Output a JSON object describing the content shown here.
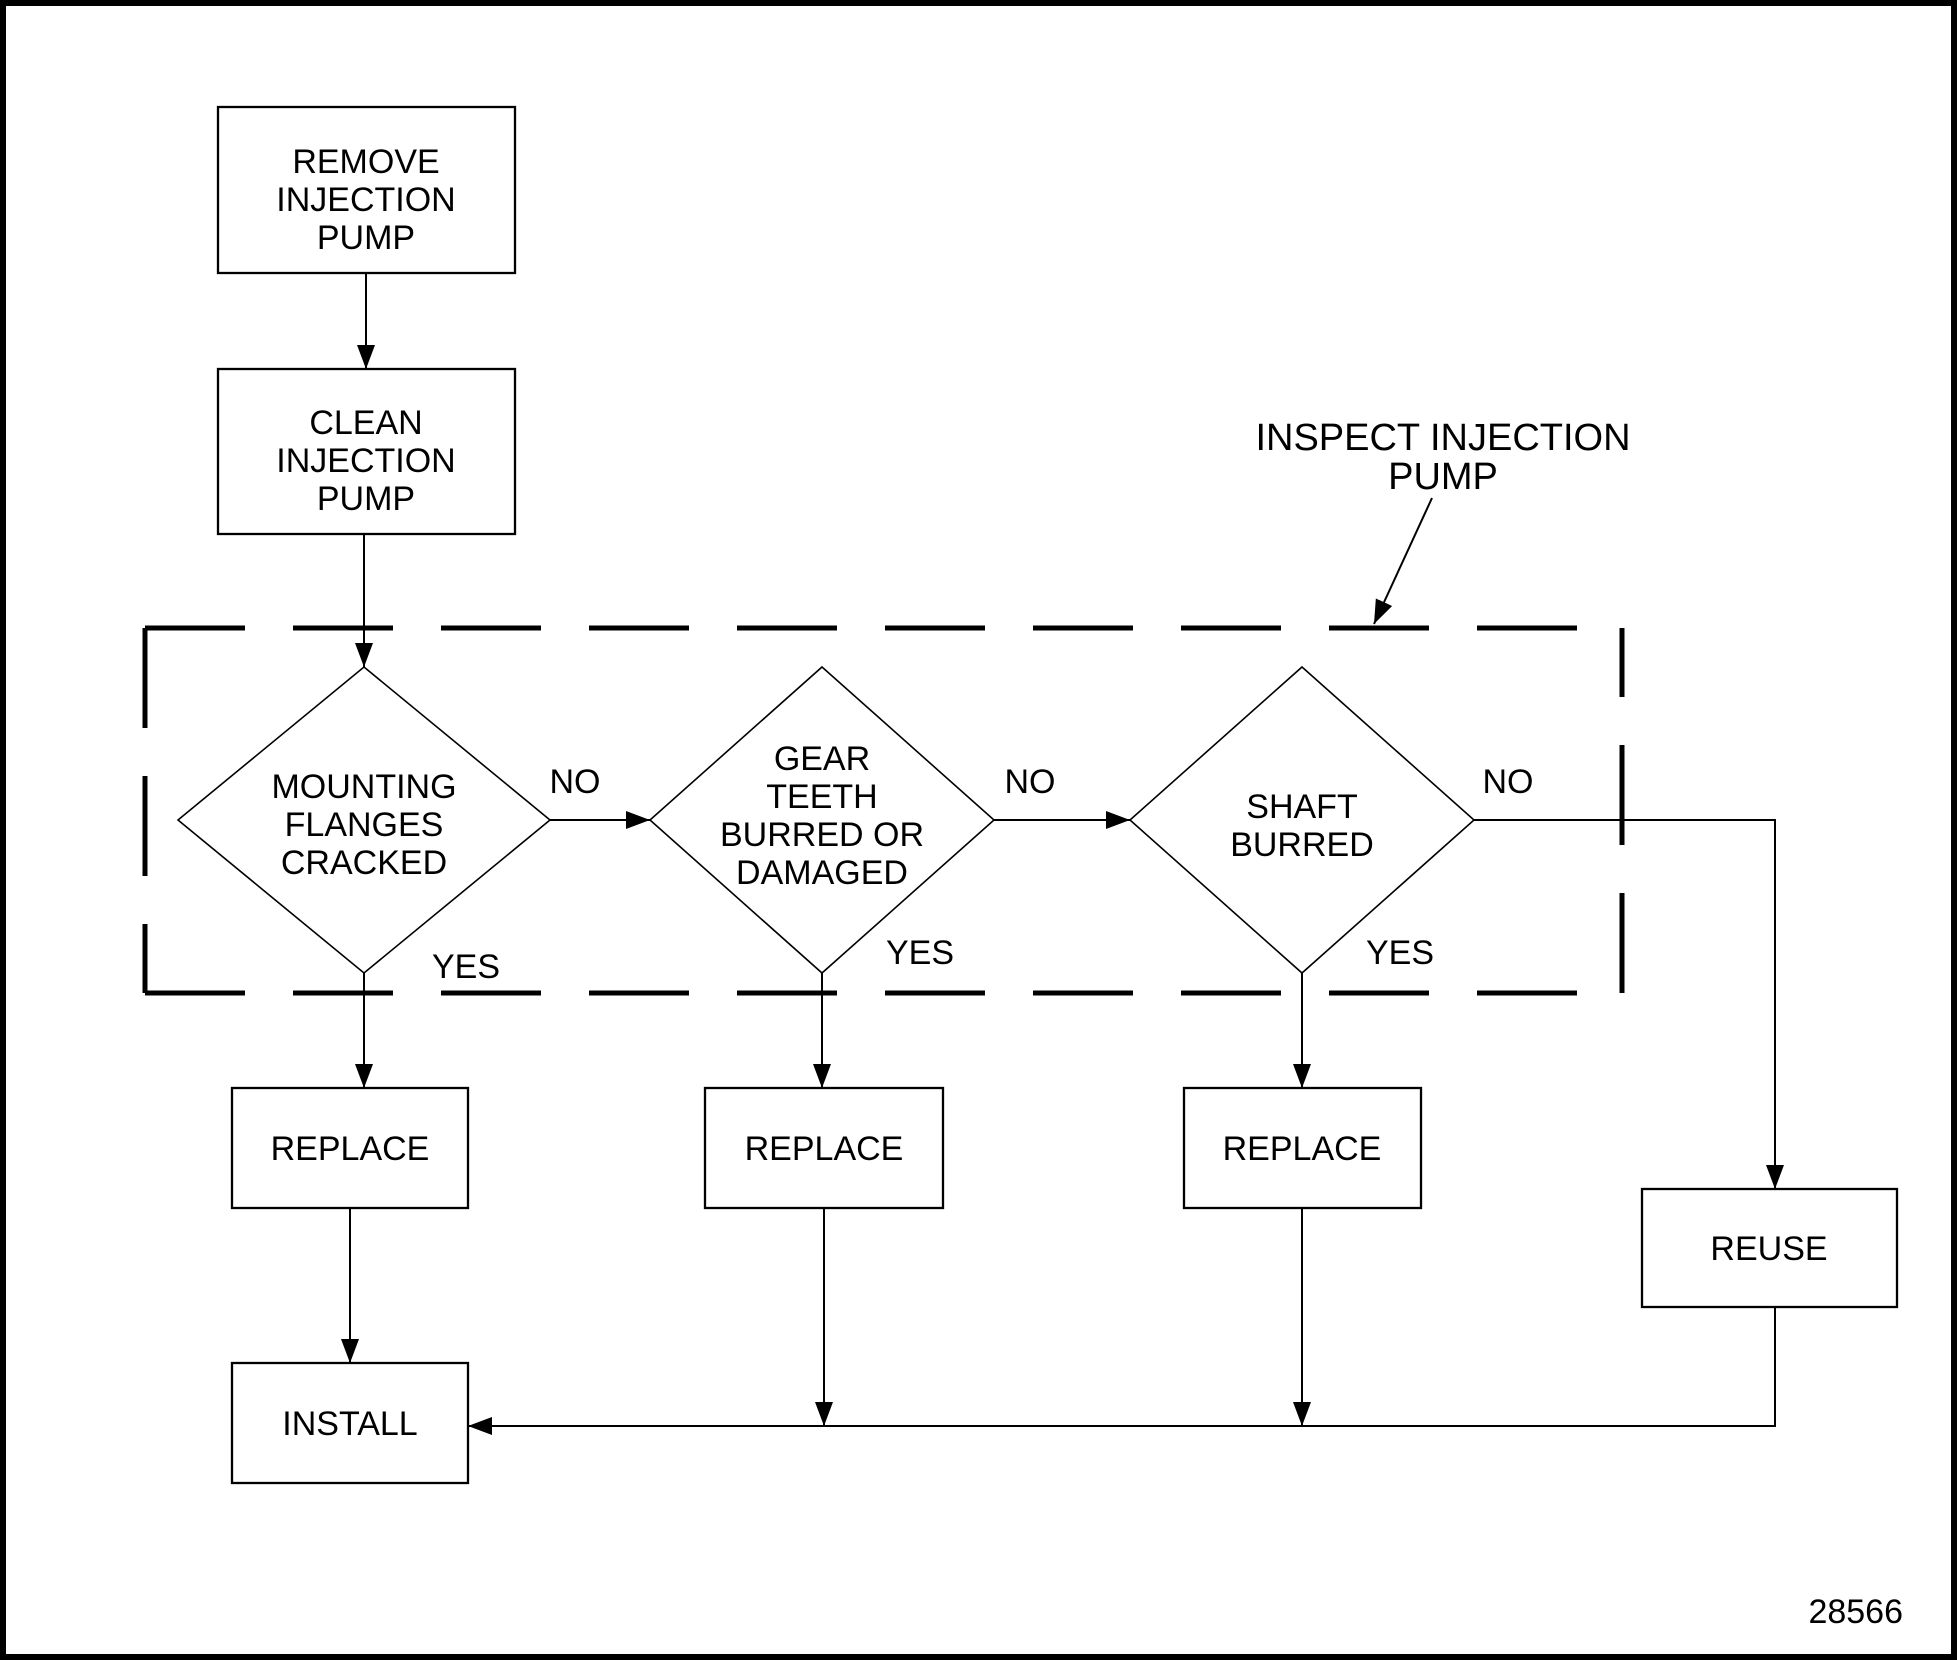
{
  "figure_number": "28566",
  "flowchart": {
    "group_label": {
      "line1": "INSPECT INJECTION",
      "line2": "PUMP"
    },
    "edge_labels": {
      "no": "NO",
      "yes": "YES"
    },
    "nodes": {
      "remove": {
        "type": "process",
        "lines": [
          "REMOVE",
          "INJECTION",
          "PUMP"
        ]
      },
      "clean": {
        "type": "process",
        "lines": [
          "CLEAN",
          "INJECTION",
          "PUMP"
        ]
      },
      "mounting_flanges_cracked": {
        "type": "decision",
        "lines": [
          "MOUNTING",
          "FLANGES",
          "CRACKED"
        ]
      },
      "gear_teeth_burred_or_damaged": {
        "type": "decision",
        "lines": [
          "GEAR",
          "TEETH",
          "BURRED OR",
          "DAMAGED"
        ]
      },
      "shaft_burred": {
        "type": "decision",
        "lines": [
          "SHAFT",
          "BURRED"
        ]
      },
      "replace_1": {
        "type": "process",
        "label": "REPLACE"
      },
      "replace_2": {
        "type": "process",
        "label": "REPLACE"
      },
      "replace_3": {
        "type": "process",
        "label": "REPLACE"
      },
      "reuse": {
        "type": "process",
        "label": "REUSE"
      },
      "install": {
        "type": "process",
        "label": "INSTALL"
      }
    },
    "edges": [
      {
        "from": "remove",
        "to": "clean"
      },
      {
        "from": "clean",
        "to": "mounting_flanges_cracked"
      },
      {
        "from": "mounting_flanges_cracked",
        "to": "gear_teeth_burred_or_damaged",
        "label": "NO"
      },
      {
        "from": "gear_teeth_burred_or_damaged",
        "to": "shaft_burred",
        "label": "NO"
      },
      {
        "from": "shaft_burred",
        "to": "reuse",
        "label": "NO"
      },
      {
        "from": "mounting_flanges_cracked",
        "to": "replace_1",
        "label": "YES"
      },
      {
        "from": "gear_teeth_burred_or_damaged",
        "to": "replace_2",
        "label": "YES"
      },
      {
        "from": "shaft_burred",
        "to": "replace_3",
        "label": "YES"
      },
      {
        "from": "replace_1",
        "to": "install"
      },
      {
        "from": "replace_2",
        "to": "install"
      },
      {
        "from": "replace_3",
        "to": "install"
      },
      {
        "from": "reuse",
        "to": "install"
      }
    ],
    "colors": {
      "line": "#000000",
      "background": "#ffffff"
    }
  }
}
